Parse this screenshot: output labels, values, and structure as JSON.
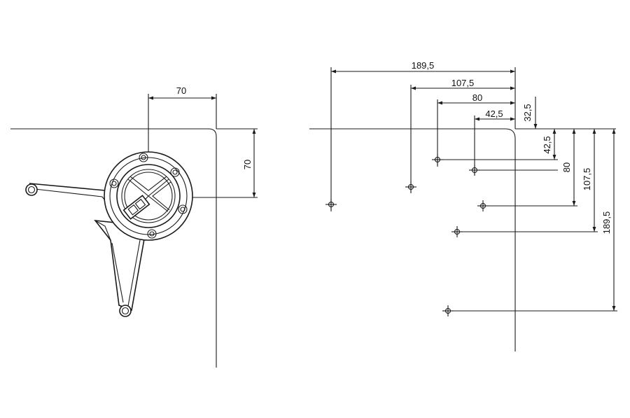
{
  "left_view": {
    "dim_horizontal": "70",
    "dim_vertical": "70"
  },
  "right_view": {
    "horizontal_dims": [
      "189,5",
      "107,5",
      "80",
      "42,5"
    ],
    "vertical_dims": [
      "32,5",
      "42,5",
      "80",
      "107,5",
      "189,5"
    ]
  }
}
